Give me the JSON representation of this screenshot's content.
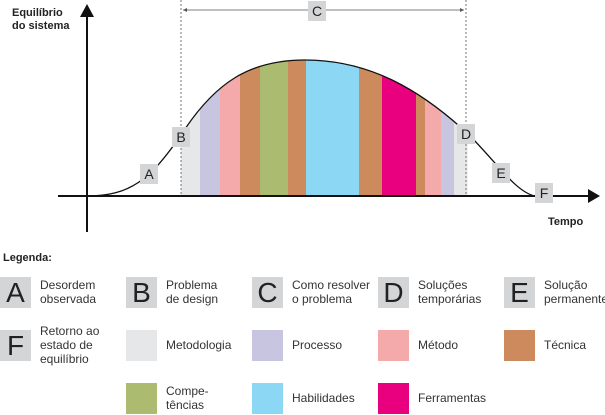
{
  "axes": {
    "y_label": [
      "Equilíbrio",
      "do sistema"
    ],
    "x_label": "Tempo"
  },
  "markers": {
    "A": "A",
    "B": "B",
    "C": "C",
    "D": "D",
    "E": "E",
    "F": "F"
  },
  "colors": {
    "metodologia": "#e6e7e9",
    "processo": "#c8c5e1",
    "metodo": "#f4a9ab",
    "tecnica": "#cd8a5c",
    "competencias": "#abbb6f",
    "habilidades": "#8cd8f4",
    "ferramentas": "#e8007f"
  },
  "stripes": [
    "metodologia",
    "processo",
    "metodo",
    "tecnica",
    "competencias",
    "tecnica",
    "habilidades",
    "tecnica",
    "ferramentas",
    "tecnica",
    "metodo",
    "processo",
    "metodologia"
  ],
  "legend": {
    "title": "Legenda:",
    "letters": [
      {
        "key": "A",
        "label": [
          "Desordem",
          "observada"
        ]
      },
      {
        "key": "B",
        "label": [
          "Problema",
          "de design"
        ]
      },
      {
        "key": "C",
        "label": [
          "Como resolver",
          "o problema"
        ]
      },
      {
        "key": "D",
        "label": [
          "Soluções",
          "temporárias"
        ]
      },
      {
        "key": "E",
        "label": [
          "Solução",
          "permanente"
        ]
      },
      {
        "key": "F",
        "label": [
          "Retorno ao",
          "estado de",
          "equilíbrio"
        ]
      }
    ],
    "swatches": [
      {
        "key": "metodologia",
        "label": [
          "Metodologia"
        ]
      },
      {
        "key": "processo",
        "label": [
          "Processo"
        ]
      },
      {
        "key": "metodo",
        "label": [
          "Método"
        ]
      },
      {
        "key": "tecnica",
        "label": [
          "Técnica"
        ]
      },
      {
        "key": "competencias",
        "label": [
          "Compe-",
          "tências"
        ]
      },
      {
        "key": "habilidades",
        "label": [
          "Habilidades"
        ]
      },
      {
        "key": "ferramentas",
        "label": [
          "Ferramentas"
        ]
      }
    ]
  }
}
